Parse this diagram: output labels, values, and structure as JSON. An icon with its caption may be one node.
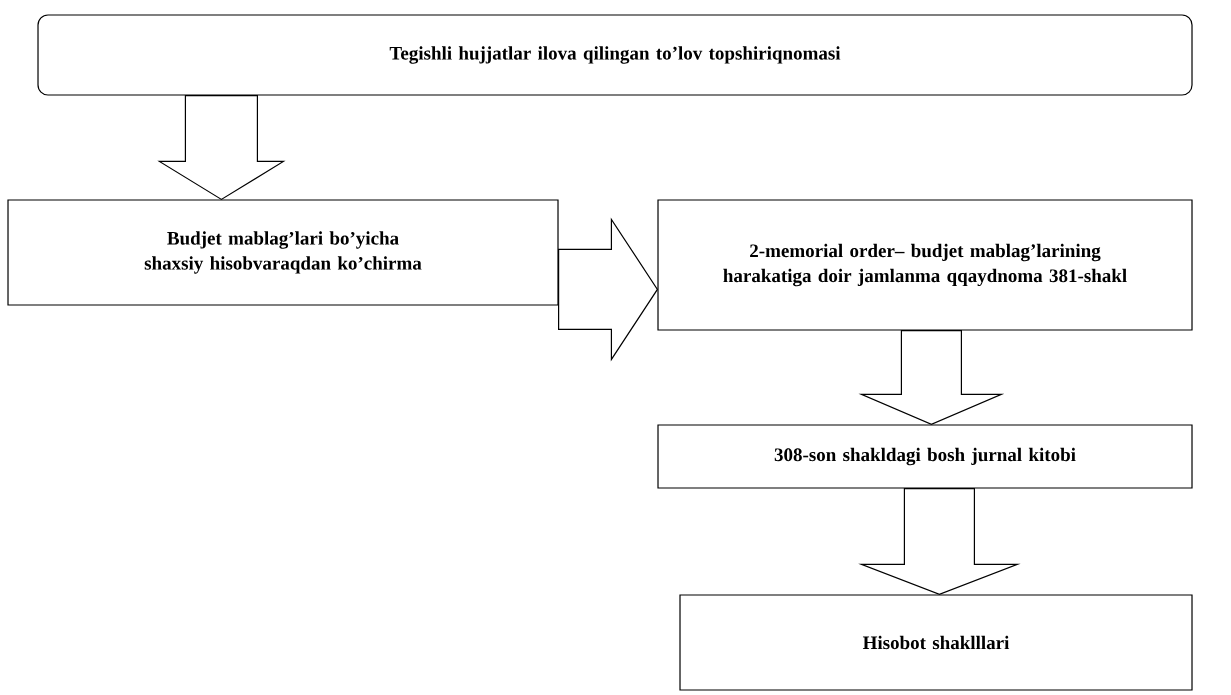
{
  "diagram": {
    "nodes": [
      {
        "text": [
          "Tegishli hujjatlar ilova qilingan to’lov topshiriqnomasi"
        ]
      },
      {
        "text": [
          "Budjet mablag’lari bo’yicha shaxsiy hisobvaraqdan ko’chirma"
        ]
      },
      {
        "text": [
          "2-memorial order– budjet mablag’larining harakatiga doir jamlanma qqaydnoma 381-shakl"
        ]
      },
      {
        "text": [
          "308-son shakldagi bosh jurnal kitobi"
        ]
      },
      {
        "text": [
          "Hisobot shaklllari"
        ]
      }
    ],
    "edges": [
      {
        "from": 0,
        "to": 1,
        "arrow": "to"
      },
      {
        "from": 1,
        "to": 2,
        "arrow": "to"
      },
      {
        "from": 2,
        "to": 3,
        "arrow": "to"
      },
      {
        "from": 3,
        "to": 4,
        "arrow": "to"
      }
    ]
  }
}
